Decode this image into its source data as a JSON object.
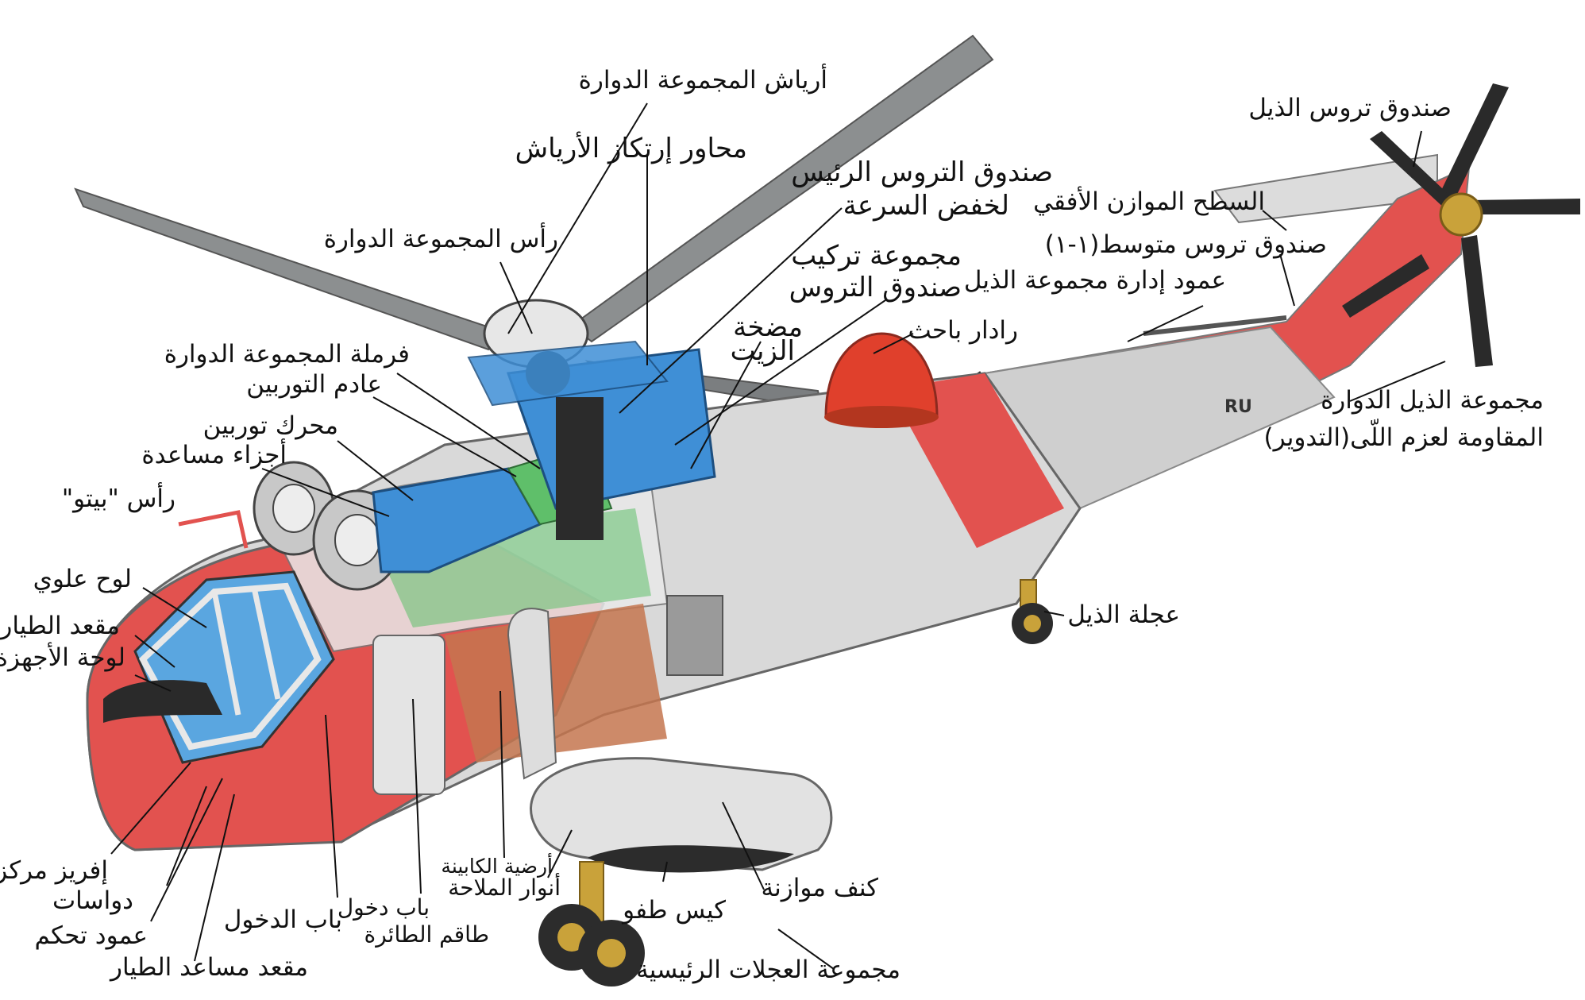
{
  "colors": {
    "fuselage_red": "#e2524f",
    "fuselage_light": "#d9d9d9",
    "rotor_blade": "#8c8f90",
    "component_blue": "#3f8fd6",
    "cabin_green": "#5fbf6a",
    "floor_brown": "#c4764f",
    "radome_red": "#e0402c",
    "wheel_dark": "#2c2c2c",
    "gear_yellow": "#c9a23a",
    "leader_line": "#111111"
  },
  "labels": {
    "rotor_blades": "أرياش المجموعة الدوارة",
    "blade_hinge_pins": "محاور إرتكاز الأرياش",
    "main_gearbox_line1": "صندوق التروس الرئيس",
    "main_gearbox_line2": "لخفض السرعة",
    "rotor_head": "رأس المجموعة الدوارة",
    "gearbox_mount_line1": "مجموعة تركيب",
    "gearbox_mount_line2": "صندوق التروس",
    "oil_pump_line1": "مضخة",
    "oil_pump_line2": "الزيت",
    "rotor_brake": "فرملة المجموعة الدوارة",
    "turbine_exhaust": "عادم التوربين",
    "turbine_engine": "محرك توربين",
    "auxiliary_parts": "أجزاء مساعدة",
    "pitot_head": "رأس \"بيتو\"",
    "overhead_panel": "لوح علوي",
    "pilot_seat": "مقعد الطيار",
    "instrument_panel": "لوحة الأجهزة",
    "central_console": "إفريز مركزي",
    "pedals": "دواسات",
    "control_column": "عمود تحكم",
    "copilot_seat": "مقعد مساعد الطيار",
    "entry_door": "باب الدخول",
    "crew_door_line1": "باب دخول",
    "crew_door_line2": "طاقم الطائرة",
    "cabin_floor": "أرضية الكابينة",
    "navigation_lights": "أنوار الملاحة",
    "flotation_bag": "كيس طفو",
    "sponson": "كنف موازنة",
    "main_wheels": "مجموعة العجلات الرئيسية",
    "tail_wheel": "عجلة الذيل",
    "search_radar": "رادار باحث",
    "tail_drive_shaft": "عمود إدارة مجموعة الذيل",
    "intermediate_gearbox": "صندوق تروس متوسط(١-١)",
    "horizontal_stabilizer": "السطح الموازن الأفقي",
    "tail_gearbox": "صندوق تروس الذيل",
    "tail_rotor_line1": "مجموعة الذيل الدوارة",
    "tail_rotor_line2": "المقاومة لعزم اللّى(التدوير)",
    "tail_marking": "RU"
  }
}
